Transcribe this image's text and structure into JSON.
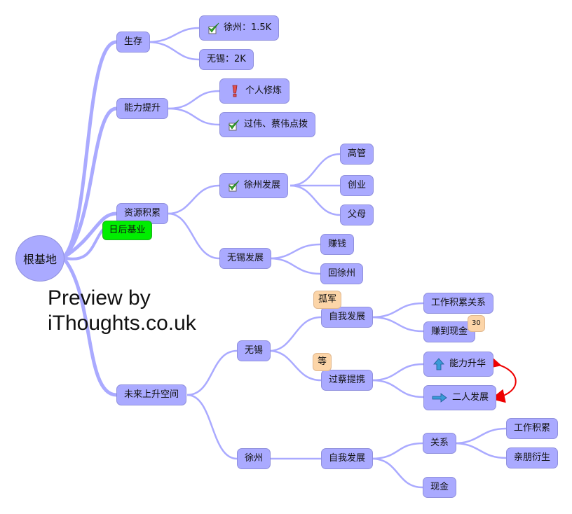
{
  "root": {
    "label": "根基地"
  },
  "watermark": {
    "line1": "Preview by",
    "line2": "iThoughts.co.uk"
  },
  "colors": {
    "node": "#aaaaff",
    "link": "#aaaaff",
    "callout": "#fcd5a8",
    "tag": "#00ee00",
    "relation": "#ee0000"
  },
  "branches": {
    "survival": {
      "label": "生存",
      "children": [
        {
          "label": "徐州：1.5K",
          "icon": "checkmark-icon"
        },
        {
          "label": "无锡：2K"
        }
      ]
    },
    "ability": {
      "label": "能力提升",
      "children": [
        {
          "label": "个人修炼",
          "icon": "exclamation-icon"
        },
        {
          "label": "过伟、蔡伟点拨",
          "icon": "checkmark-icon"
        }
      ]
    },
    "resources": {
      "label": "资源积累",
      "tag": "日后基业",
      "children": [
        {
          "label": "徐州发展",
          "icon": "checkmark-icon",
          "children": [
            {
              "label": "高管"
            },
            {
              "label": "创业"
            },
            {
              "label": "父母"
            }
          ]
        },
        {
          "label": "无锡发展",
          "children": [
            {
              "label": "赚钱"
            },
            {
              "label": "回徐州"
            }
          ]
        }
      ]
    },
    "future": {
      "label": "未来上升空间",
      "children": [
        {
          "label": "无锡",
          "children": [
            {
              "label": "自我发展",
              "callout": "孤军",
              "children": [
                {
                  "label": "工作积累关系"
                },
                {
                  "label": "赚到现金",
                  "callout": "30"
                }
              ]
            },
            {
              "label": "过蔡提携",
              "callout": "等",
              "children": [
                {
                  "label": "能力升华",
                  "icon": "up-arrow-icon"
                },
                {
                  "label": "二人发展",
                  "icon": "right-arrow-icon"
                }
              ]
            }
          ]
        },
        {
          "label": "徐州",
          "children": [
            {
              "label": "自我发展",
              "children": [
                {
                  "label": "关系",
                  "children": [
                    {
                      "label": "工作积累"
                    },
                    {
                      "label": "亲朋衍生"
                    }
                  ]
                },
                {
                  "label": "现金"
                }
              ]
            }
          ]
        }
      ]
    }
  }
}
